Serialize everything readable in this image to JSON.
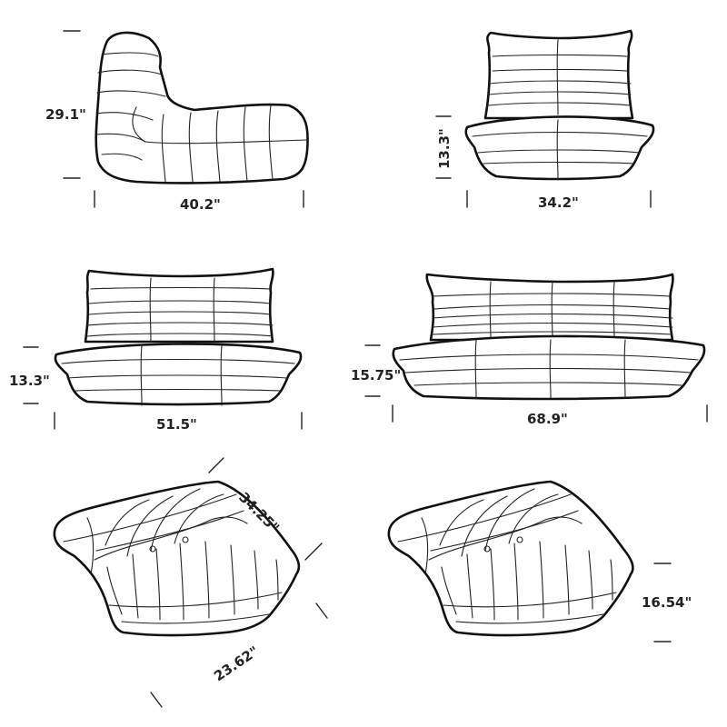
{
  "figure": {
    "views": [
      {
        "id": "chair_side",
        "dimensions": {
          "height": "29.1\"",
          "width": "40.2\""
        }
      },
      {
        "id": "chair_front",
        "dimensions": {
          "height": "13.3\"",
          "width": "34.2\""
        }
      },
      {
        "id": "loveseat",
        "dimensions": {
          "height": "13.3\"",
          "width": "51.5\""
        }
      },
      {
        "id": "sofa",
        "dimensions": {
          "height": "15.75\"",
          "width": "68.9\""
        }
      },
      {
        "id": "ottoman_dims",
        "dimensions": {
          "depth": "34.25\"",
          "width": "23.62\""
        }
      },
      {
        "id": "ottoman_height",
        "dimensions": {
          "height": "16.54\""
        }
      }
    ]
  },
  "colors": {
    "line": "#111111",
    "background": "#ffffff"
  }
}
